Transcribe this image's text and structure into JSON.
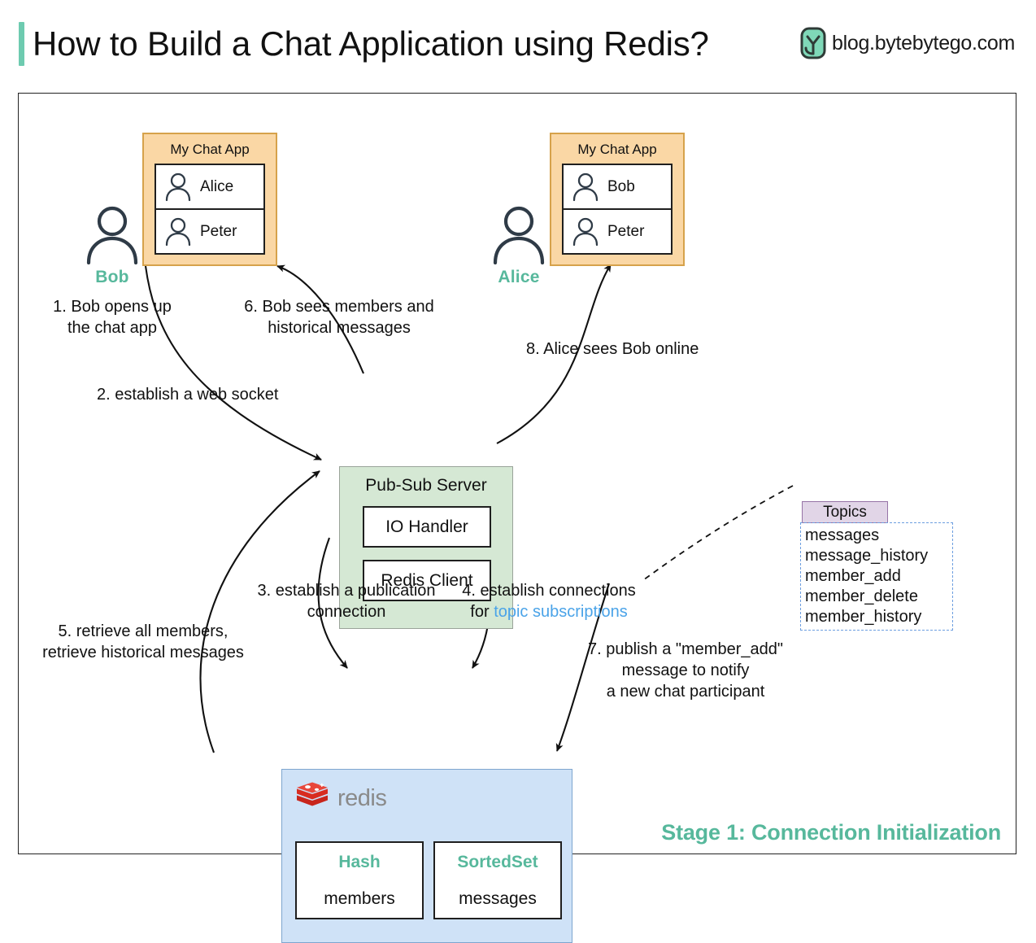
{
  "header": {
    "title": "How to Build a Chat Application using Redis?",
    "brand_text": "blog.bytebytego.com",
    "accent_color": "#6ecbb0"
  },
  "diagram": {
    "stage_label": "Stage 1: Connection Initialization",
    "chat_app_left": {
      "app_title": "My Chat App",
      "members": [
        "Alice",
        "Peter"
      ],
      "owner_label": "Bob",
      "fill_color": "#fad7a5",
      "border_color": "#d6a24b"
    },
    "chat_app_right": {
      "app_title": "My Chat App",
      "members": [
        "Bob",
        "Peter"
      ],
      "owner_label": "Alice",
      "fill_color": "#fad7a5",
      "border_color": "#d6a24b"
    },
    "pubsub": {
      "title": "Pub-Sub Server",
      "components": [
        "IO Handler",
        "Redis Client"
      ],
      "fill_color": "#d5e8d4"
    },
    "topics": {
      "header": "Topics",
      "items": [
        "messages",
        "message_history",
        "member_add",
        "member_delete",
        "member_history"
      ],
      "header_fill": "#e1d5e7",
      "header_border": "#9673a6",
      "body_border": "#6c9ee0"
    },
    "redis": {
      "wordmark": "redis",
      "fill_color": "#cfe2f7",
      "structures": [
        {
          "type": "Hash",
          "value": "members"
        },
        {
          "type": "SortedSet",
          "value": "messages"
        }
      ]
    },
    "steps": [
      {
        "id": 1,
        "line1": "1. Bob opens up",
        "line2": "the chat app"
      },
      {
        "id": 2,
        "line1": "2. establish a web socket",
        "line2": ""
      },
      {
        "id": 3,
        "line1": "3. establish a publication",
        "line2": "connection"
      },
      {
        "id": 4,
        "line1": "4. establish connections",
        "line2_prefix": "for ",
        "line2_link": "topic subscriptions"
      },
      {
        "id": 5,
        "line1": "5. retrieve all members,",
        "line2": "retrieve historical messages"
      },
      {
        "id": 6,
        "line1": "6. Bob sees members and",
        "line2": "historical messages"
      },
      {
        "id": 7,
        "line1": "7. publish a \"member_add\"",
        "line2": "message to notify",
        "line3": "a new chat participant"
      },
      {
        "id": 8,
        "line1": "8. Alice sees Bob online",
        "line2": ""
      }
    ]
  }
}
